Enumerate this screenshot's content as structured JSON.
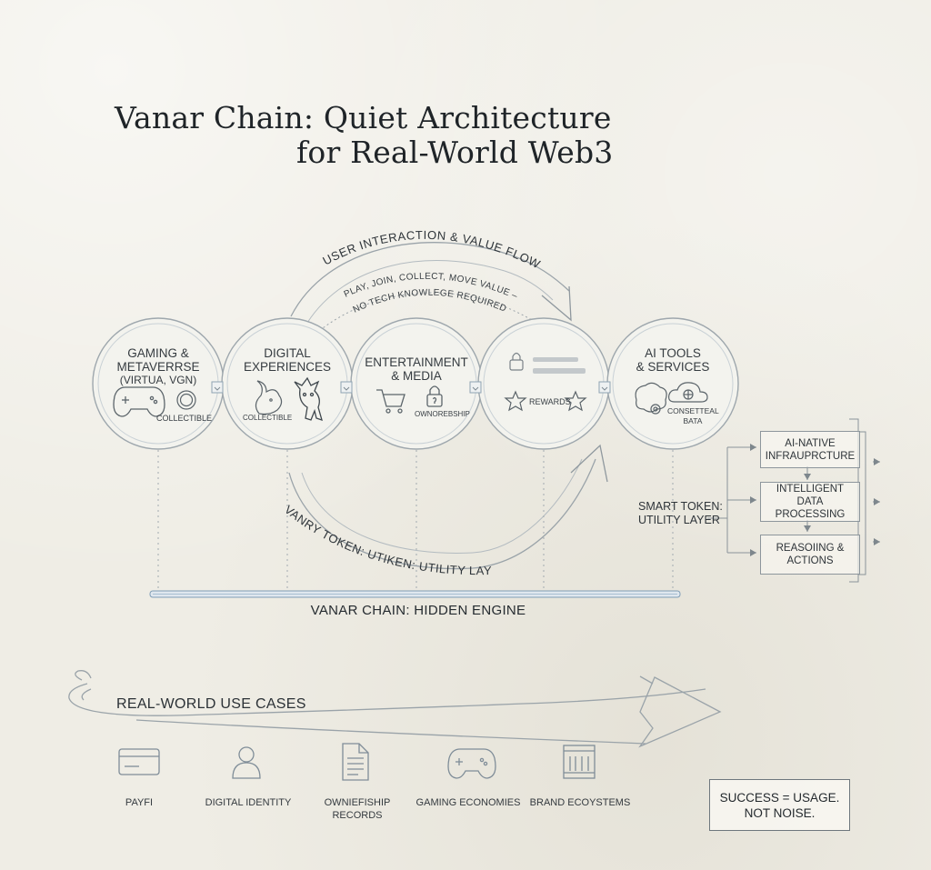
{
  "title": {
    "line1": "Vanar Chain: Quiet Architecture",
    "line2": "for Real-World Web3"
  },
  "flow": {
    "top_label": "USER INTERACTION & VALUE FLOW",
    "sub_label1": "PLAY, JOIN, COLLECT, MOVE VALUE –",
    "sub_label2": "NO TECH KNOWLEGE REQUIRED",
    "bottom_label": "VANRY TOKEN: UTIKEN: UTILITY LAYER"
  },
  "circles": [
    {
      "title1": "GAMING &",
      "title2": "METAVERRSE",
      "title3": "(VIRTUA, VGN)",
      "caption": "COLLECTIBLE"
    },
    {
      "title1": "DIGITAL",
      "title2": "EXPERIENCES",
      "caption": "COLLECTIBLE"
    },
    {
      "title1": "ENTERTAINMENT",
      "title2": "& MEDIA",
      "caption": "OWNOREBSHIP"
    },
    {
      "caption": "REWARDS"
    },
    {
      "title1": "AI TOOLS",
      "title2": "& SERVICES",
      "caption1": "CONSETTEAL",
      "caption2": "BATA"
    }
  ],
  "engine_label": "VANAR CHAIN: HIDDEN ENGINE",
  "ai_stack": {
    "side_label1": "SMART TOKEN:",
    "side_label2": "UTILITY LAYER",
    "boxes": [
      {
        "line1": "AI-NATIVE",
        "line2": "INFRAUPRCTURE"
      },
      {
        "line1": "INTELLIGENT",
        "line2": "DATA PROCESSING"
      },
      {
        "line1": "REASOIING &",
        "line2": "ACTIONS"
      }
    ]
  },
  "use_cases": {
    "heading": "REAL-WORLD USE CASES",
    "items": [
      {
        "label1": "PAYFI",
        "icon": "card-icon"
      },
      {
        "label1": "DIGITAL IDENTITY",
        "icon": "person-icon"
      },
      {
        "label1": "OWNIEFISHIP",
        "label2": "RECORDS",
        "icon": "document-icon"
      },
      {
        "label1": "GAMING ECONOMIES",
        "icon": "gamepad-icon"
      },
      {
        "label1": "BRAND ECOYSTEMS",
        "icon": "building-icon"
      }
    ]
  },
  "success": {
    "line1": "SUCCESS = USAGE.",
    "line2": "NOT NOISE."
  },
  "colors": {
    "ink": "#2d3338",
    "line": "#9aa3a9",
    "accent": "#6f93b0",
    "paper": "#efede5"
  }
}
